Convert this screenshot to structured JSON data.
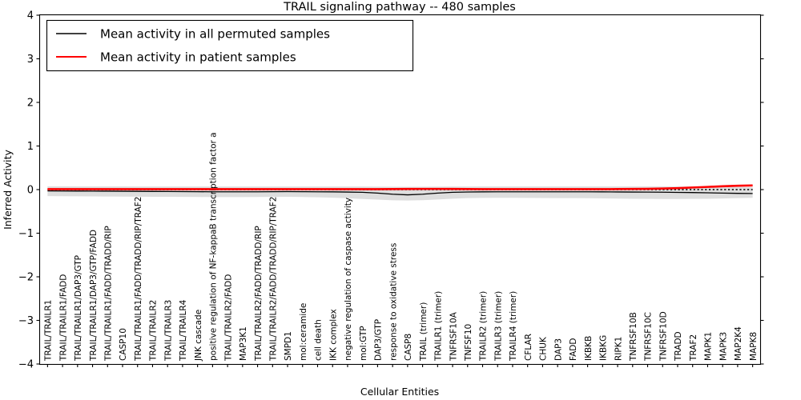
{
  "chart_data": {
    "type": "line",
    "title": "TRAIL signaling pathway -- 480 samples",
    "xlabel": "Cellular Entities",
    "ylabel": "Inferred Activity",
    "ylim": [
      -4,
      4
    ],
    "yticks": [
      4,
      3,
      2,
      1,
      0,
      -1,
      -2,
      -3,
      -4
    ],
    "ytick_labels": [
      "4",
      "3",
      "2",
      "1",
      "0",
      "−1",
      "−2",
      "−3",
      "−4"
    ],
    "grid": false,
    "legend_position": "upper left",
    "legend": [
      {
        "label": "Mean activity in all permuted samples",
        "color": "#000000",
        "style": "solid"
      },
      {
        "label": "Mean activity in patient samples",
        "color": "#ff0000",
        "style": "solid"
      }
    ],
    "band": {
      "label": "permutation spread",
      "color": "#000000",
      "opacity": 0.13
    },
    "categories": [
      "TRAIL/TRAILR1",
      "TRAIL/TRAILR1/FADD",
      "TRAIL/TRAILR1/DAP3/GTP",
      "TRAIL/TRAILR1/DAP3/GTP/FADD",
      "TRAIL/TRAILR1/FADD/TRADD/RIP",
      "CASP10",
      "TRAIL/TRAILR1/FADD/TRADD/RIP/TRAF2",
      "TRAIL/TRAILR2",
      "TRAIL/TRAILR3",
      "TRAIL/TRAILR4",
      "JNK cascade",
      "positive regulation of NF-kappaB transcription factor a",
      "TRAIL/TRAILR2/FADD",
      "MAP3K1",
      "TRAIL/TRAILR2/FADD/TRADD/RIP",
      "TRAIL/TRAILR2/FADD/TRADD/RIP/TRAF2",
      "SMPD1",
      "mol:ceramide",
      "cell death",
      "IKK complex",
      "negative regulation of caspase activity",
      "mol:GTP",
      "DAP3/GTP",
      "response to oxidative stress",
      "CASP8",
      "TRAIL (trimer)",
      "TRAILR1 (trimer)",
      "TNFRSF10A",
      "TNFSF10",
      "TRAILR2 (trimer)",
      "TRAILR3 (trimer)",
      "TRAILR4 (trimer)",
      "CFLAR",
      "CHUK",
      "DAP3",
      "FADD",
      "IKBKB",
      "IKBKG",
      "RIPK1",
      "TNFRSF10B",
      "TNFRSF10C",
      "TNFRSF10D",
      "TRADD",
      "TRAF2",
      "MAPK1",
      "MAPK3",
      "MAP2K4",
      "MAPK8"
    ],
    "series": [
      {
        "name": "Mean activity in all permuted samples",
        "color": "#000000",
        "values": [
          -0.03,
          -0.032,
          -0.033,
          -0.034,
          -0.036,
          -0.038,
          -0.04,
          -0.042,
          -0.044,
          -0.046,
          -0.048,
          -0.05,
          -0.05,
          -0.05,
          -0.05,
          -0.048,
          -0.046,
          -0.048,
          -0.05,
          -0.052,
          -0.056,
          -0.062,
          -0.08,
          -0.105,
          -0.12,
          -0.105,
          -0.08,
          -0.062,
          -0.055,
          -0.052,
          -0.05,
          -0.05,
          -0.05,
          -0.05,
          -0.05,
          -0.05,
          -0.05,
          -0.052,
          -0.054,
          -0.056,
          -0.058,
          -0.06,
          -0.064,
          -0.068,
          -0.074,
          -0.08,
          -0.086,
          -0.09
        ]
      },
      {
        "name": "Mean activity in patient samples",
        "color": "#ff0000",
        "values": [
          0.01,
          0.01,
          0.01,
          0.01,
          0.01,
          0.01,
          0.01,
          0.01,
          0.01,
          0.01,
          0.01,
          0.01,
          0.01,
          0.01,
          0.01,
          0.01,
          0.01,
          0.01,
          0.01,
          0.01,
          0.01,
          0.01,
          0.01,
          0.012,
          0.014,
          0.016,
          0.016,
          0.014,
          0.012,
          0.01,
          0.01,
          0.01,
          0.01,
          0.01,
          0.01,
          0.01,
          0.01,
          0.01,
          0.012,
          0.014,
          0.018,
          0.024,
          0.034,
          0.048,
          0.062,
          0.076,
          0.088,
          0.096
        ]
      },
      {
        "name": "zero reference (dotted)",
        "color": "#000000",
        "style": "dotted",
        "values": [
          0,
          0,
          0,
          0,
          0,
          0,
          0,
          0,
          0,
          0,
          0,
          0,
          0,
          0,
          0,
          0,
          0,
          0,
          0,
          0,
          0,
          0,
          0,
          0,
          0,
          0,
          0,
          0,
          0,
          0,
          0,
          0,
          0,
          0,
          0,
          0,
          0,
          0,
          0,
          0,
          0,
          0,
          0,
          0,
          0,
          0,
          0,
          0
        ]
      }
    ],
    "band_upper": [
      0.075,
      0.075,
      0.074,
      0.074,
      0.073,
      0.073,
      0.072,
      0.072,
      0.071,
      0.071,
      0.07,
      0.07,
      0.07,
      0.07,
      0.07,
      0.07,
      0.07,
      0.07,
      0.07,
      0.07,
      0.07,
      0.07,
      0.068,
      0.066,
      0.064,
      0.066,
      0.068,
      0.07,
      0.072,
      0.074,
      0.074,
      0.074,
      0.074,
      0.074,
      0.074,
      0.074,
      0.074,
      0.074,
      0.074,
      0.074,
      0.074,
      0.074,
      0.072,
      0.07,
      0.068,
      0.066,
      0.062,
      0.058
    ],
    "band_lower": [
      -0.15,
      -0.152,
      -0.154,
      -0.156,
      -0.158,
      -0.16,
      -0.162,
      -0.164,
      -0.166,
      -0.168,
      -0.17,
      -0.172,
      -0.172,
      -0.172,
      -0.17,
      -0.168,
      -0.166,
      -0.17,
      -0.176,
      -0.186,
      -0.2,
      -0.215,
      -0.23,
      -0.245,
      -0.25,
      -0.242,
      -0.226,
      -0.208,
      -0.196,
      -0.19,
      -0.188,
      -0.188,
      -0.19,
      -0.192,
      -0.194,
      -0.196,
      -0.198,
      -0.202,
      -0.206,
      -0.21,
      -0.214,
      -0.216,
      -0.216,
      -0.214,
      -0.21,
      -0.204,
      -0.196,
      -0.188
    ]
  }
}
